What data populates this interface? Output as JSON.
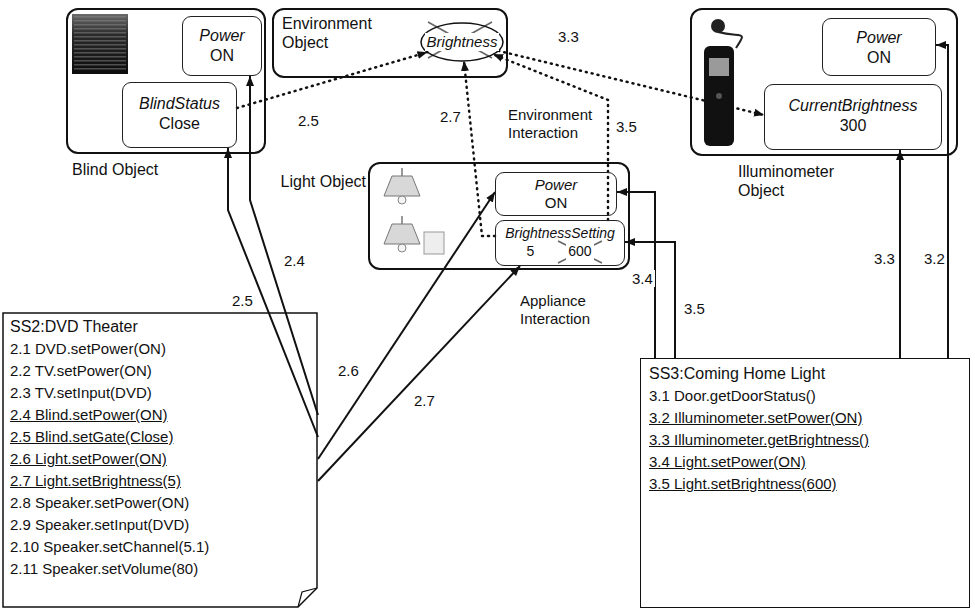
{
  "diagram": {
    "nodes": [
      {
        "text": [
          "Blind Object"
        ]
      },
      {
        "text": [
          "Power",
          "ON"
        ],
        "in": 0
      },
      {
        "text": [
          "BlindStatus",
          "Close"
        ],
        "in": 0
      },
      {
        "text": [
          "Environment Object"
        ]
      },
      {
        "text": [
          "Brightness"
        ],
        "in": 3
      },
      {
        "text": [
          "Illuminometer Object"
        ]
      },
      {
        "text": [
          "Power",
          "ON"
        ],
        "in": 5
      },
      {
        "text": [
          "CurrentBrightness",
          "300"
        ],
        "in": 5
      },
      {
        "text": [
          "Light Object"
        ]
      },
      {
        "text": [
          "Power",
          "ON"
        ],
        "in": 8
      },
      {
        "text": [
          "BrightnessSetting",
          "5",
          "600"
        ],
        "in": 8
      },
      {
        "text": [
          "SS2:DVD Theater",
          "2.1 DVD.setPower(ON)",
          "2.2 TV.setPower(ON)",
          "2.3 TV.setInput(DVD)",
          "2.4 Blind.setPower(ON)",
          "2.5 Blind.setGate(Close)",
          "2.6 Light.setPower(ON)",
          "2.7 Light.setBrightness(5)",
          "2.8 Speaker.setPower(ON)",
          "2.9 Speaker.setInput(DVD)",
          "2.10 Speaker.setChannel(5.1)",
          "2.11 Speaker.setVolume(80)"
        ]
      },
      {
        "text": [
          "SS3:Coming Home Light",
          "3.1 Door.getDoorStatus()",
          "3.2 Illuminometer.setPower(ON)",
          "3.3 Illuminometer.getBrightness()",
          "3.4 Light.setPower(ON)",
          "3.5 Light.setBrightness(600)"
        ]
      }
    ],
    "edges": [
      {
        "from": 11,
        "to": 1,
        "arrow": "to",
        "label": "2.4"
      },
      {
        "from": 11,
        "to": 2,
        "arrow": "to",
        "label": "2.5"
      },
      {
        "from": 2,
        "to": 4,
        "arrow": "to",
        "label": "2.5"
      },
      {
        "from": 11,
        "to": 9,
        "arrow": "to",
        "label": "2.6"
      },
      {
        "from": 11,
        "to": 10,
        "arrow": "to",
        "label": "2.7"
      },
      {
        "from": 10,
        "to": 4,
        "arrow": "to",
        "label": "2.7"
      },
      {
        "from": 12,
        "to": 6,
        "arrow": "to",
        "label": "3.2"
      },
      {
        "from": 12,
        "to": 7,
        "arrow": "to",
        "label": "3.3"
      },
      {
        "from": 4,
        "to": 7,
        "arrow": "to",
        "label": "3.3"
      },
      {
        "from": 12,
        "to": 9,
        "arrow": "to",
        "label": "3.4"
      },
      {
        "from": 12,
        "to": 10,
        "arrow": "to",
        "label": "3.5"
      },
      {
        "from": 10,
        "to": 4,
        "arrow": "to",
        "label": "3.5"
      }
    ],
    "labels": [
      "Environment Interaction",
      "Appliance Interaction"
    ]
  }
}
